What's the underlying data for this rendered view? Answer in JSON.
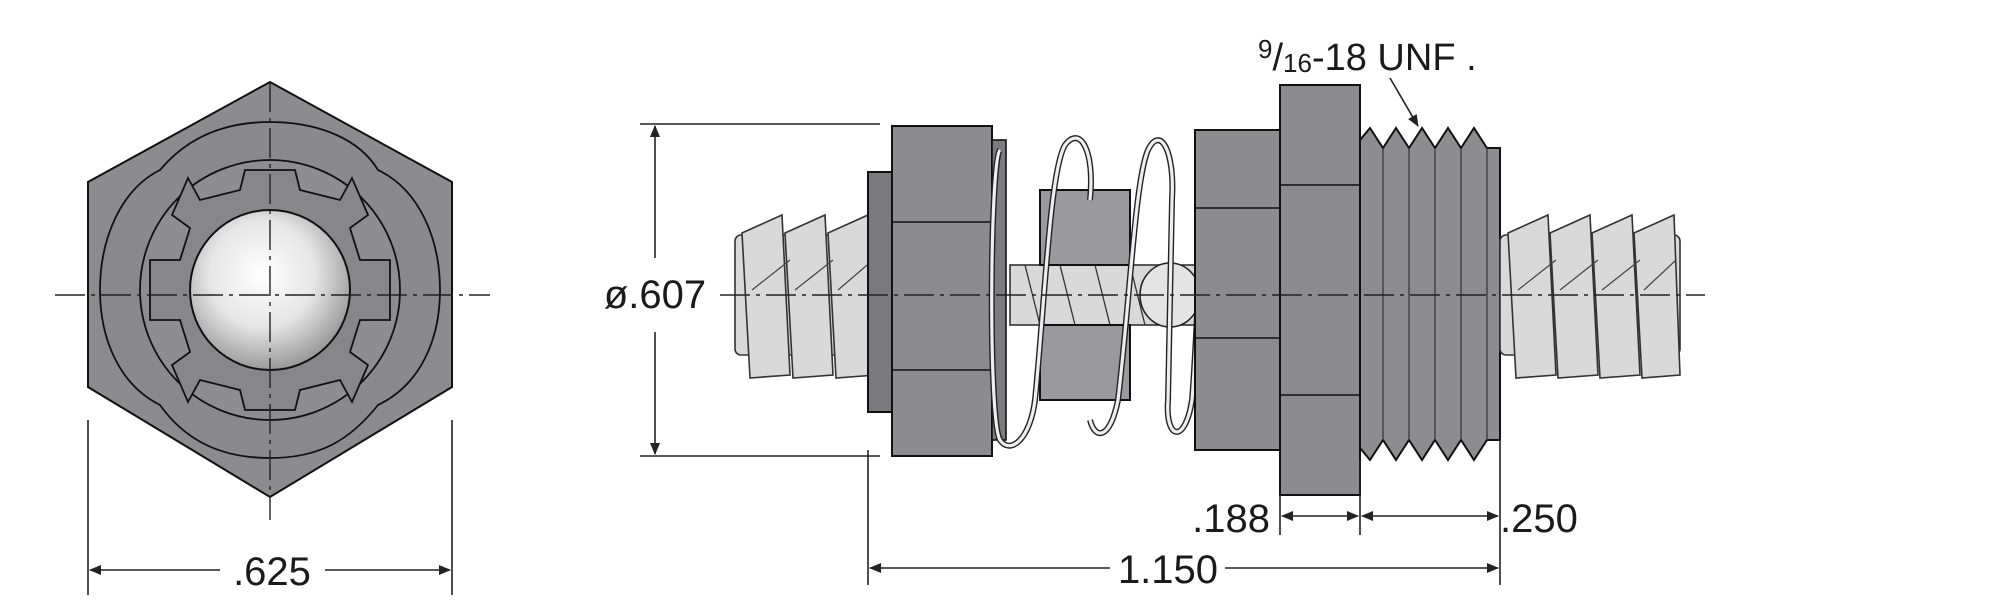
{
  "drawing": {
    "dimensions": {
      "width_across_flats": ".625",
      "body_diameter": "ø.607",
      "overall_length": "1.150",
      "flange_thickness": ".188",
      "thread_length": ".250"
    },
    "thread_callout": {
      "fraction_num": "9",
      "fraction_den": "16",
      "spec": "-18 UNF ."
    }
  }
}
